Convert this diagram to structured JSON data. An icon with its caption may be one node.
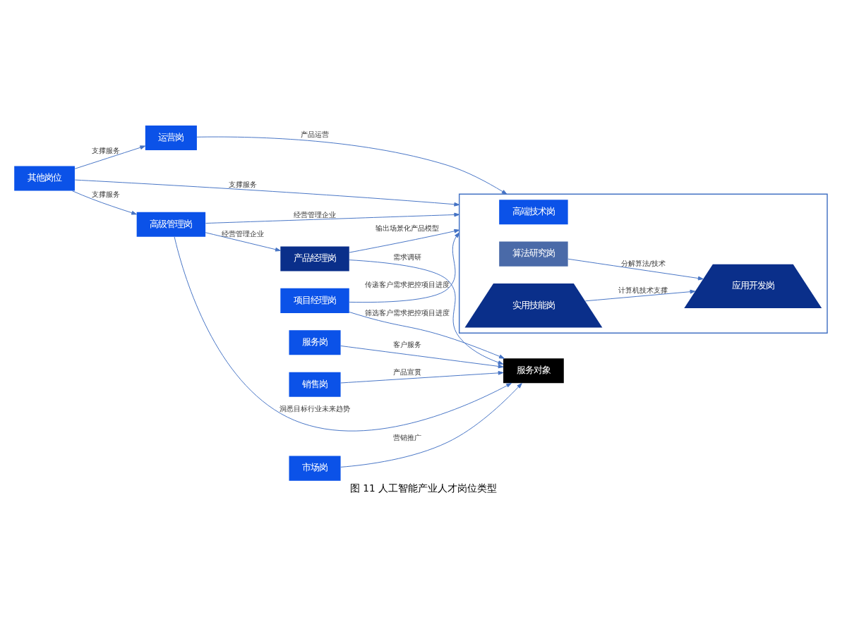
{
  "diagram": {
    "caption": "图 11 人工智能产业人才岗位类型",
    "nodes": [
      {
        "text": [
          "其他岗位"
        ]
      },
      {
        "text": [
          "高级管理岗"
        ]
      },
      {
        "text": [],
        "shape": "box"
      },
      {
        "text": [
          "高端技术岗"
        ],
        "in": 2
      },
      {
        "text": [
          "算法研究岗"
        ],
        "in": 2
      },
      {
        "text": [
          "应用开发岗"
        ],
        "in": 2
      },
      {
        "text": [
          "实用技能岗"
        ],
        "in": 2
      },
      {
        "text": [
          "产品经理岗"
        ]
      },
      {
        "text": [
          "销售岗"
        ]
      },
      {
        "text": [
          "市场岗"
        ]
      },
      {
        "text": [
          "项目经理岗"
        ]
      },
      {
        "text": [
          "服务对象"
        ]
      },
      {
        "text": [
          "运营岗"
        ]
      },
      {
        "text": [
          "服务岗"
        ]
      }
    ],
    "edges": [
      {
        "from": 0,
        "to": 1,
        "arrow": "to",
        "label": "支撑服务"
      },
      {
        "from": 0,
        "to": 2,
        "arrow": "to",
        "label": "支撑服务"
      },
      {
        "from": 0,
        "to": 12,
        "arrow": "to",
        "label": "支撑服务"
      },
      {
        "from": 1,
        "to": 2,
        "arrow": "to",
        "label": "经营管理企业"
      },
      {
        "from": 1,
        "to": 7,
        "arrow": "to",
        "label": "经营管理企业"
      },
      {
        "from": 1,
        "to": 11,
        "arrow": "to",
        "label": "洞悉目标行业未来趋势"
      },
      {
        "from": 7,
        "to": 2,
        "arrow": "to",
        "label": "输出场景化产品模型"
      },
      {
        "from": 7,
        "to": 11,
        "arrow": "to",
        "label": "需求调研"
      },
      {
        "from": 8,
        "to": 11,
        "arrow": "to",
        "label": "产品宣贯"
      },
      {
        "from": 9,
        "to": 11,
        "arrow": "to",
        "label": "营销推广"
      },
      {
        "from": 10,
        "to": 2,
        "arrow": "to",
        "label": "传递客户需求把控项目进度"
      },
      {
        "from": 10,
        "to": 11,
        "arrow": "to",
        "label": "筛选客户需求把控项目进度"
      },
      {
        "from": 4,
        "to": 5,
        "arrow": "to",
        "label": "分解算法/技术"
      },
      {
        "from": 6,
        "to": 5,
        "arrow": "to",
        "label": "计算机技术支撑"
      },
      {
        "from": 12,
        "to": 2,
        "arrow": "to",
        "label": "产品运营"
      },
      {
        "from": 13,
        "to": 11,
        "arrow": "to",
        "label": "客户服务"
      }
    ]
  }
}
